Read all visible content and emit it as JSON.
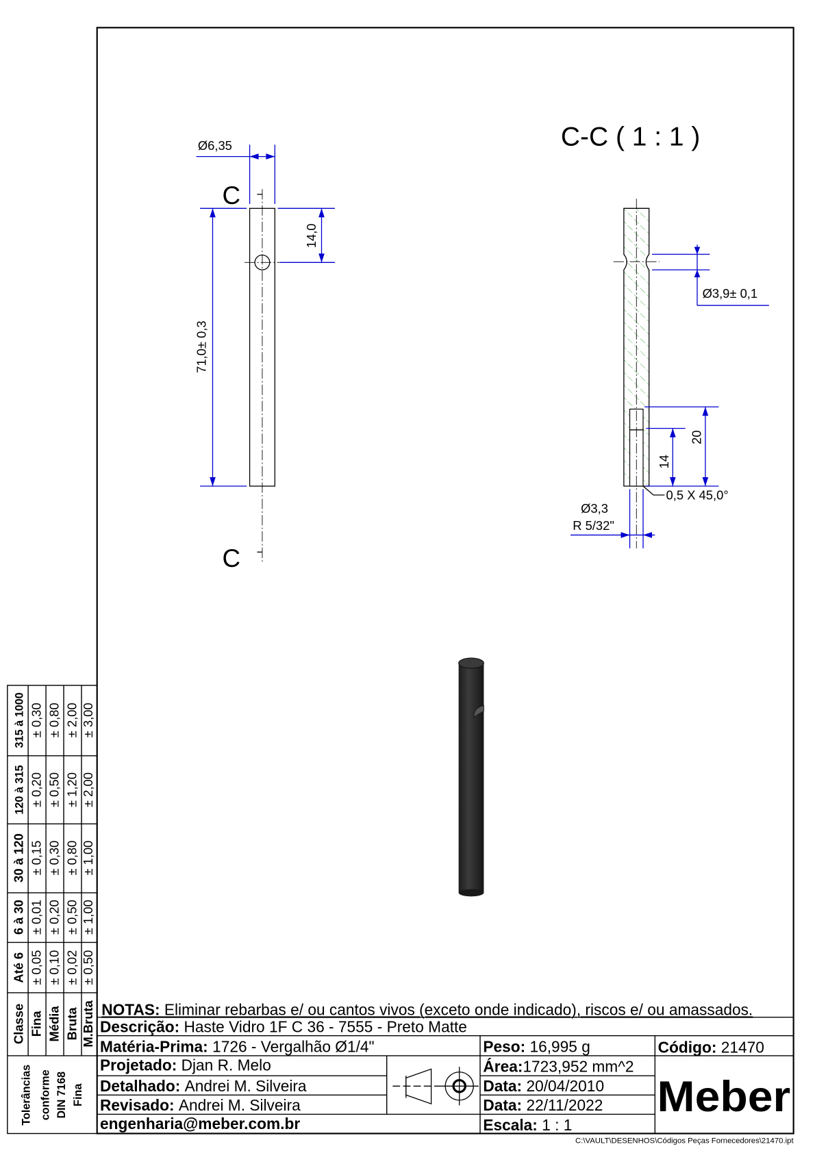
{
  "views": {
    "front": {
      "diameter_label": "Ø6,35",
      "hole_offset_label": "14,0",
      "length_label": "71,0± 0,3",
      "section_marker_top": "C",
      "section_marker_bottom": "C"
    },
    "section": {
      "title": "C-C ( 1 : 1 )",
      "neck_label": "Ø3,9± 0,1",
      "depth_20_label": "20",
      "depth_14_label": "14",
      "chamfer_label": "0,5 X 45,0°",
      "bore_label_1": "Ø3,3",
      "bore_label_2": "R 5/32\"",
      "hatch_color": "#2a9a2a"
    },
    "render_3d": {
      "color": "#2b2b2b"
    }
  },
  "tolerances": {
    "title_lines": [
      "Tolerâncias",
      "conforme",
      "DIN 7168",
      "Fina"
    ],
    "headers": [
      "Classe",
      "Até 6",
      "6 à 30",
      "30 à 120",
      "120 à 315",
      "315 à 1000"
    ],
    "rows": [
      [
        "Fina",
        "± 0,05",
        "± 0,01",
        "± 0,15",
        "± 0,20",
        "± 0,30"
      ],
      [
        "Média",
        "± 0,10",
        "± 0,20",
        "± 0,30",
        "± 0,50",
        "± 0,80"
      ],
      [
        "Bruta",
        "± 0,02",
        "± 0,50",
        "± 0,80",
        "± 1,20",
        "± 2,00"
      ],
      [
        "M.Bruta",
        "± 0,50",
        "± 1,00",
        "± 1,00",
        "± 2,00",
        "± 3,00"
      ]
    ]
  },
  "title_block": {
    "notes_label": "NOTAS:",
    "notes": "Eliminar rebarbas e/ ou cantos vivos (exceto onde indicado), riscos e/ ou amassados.",
    "description_label": "Descrição:",
    "description": "Haste Vidro 1F C 36 - 7555 - Preto Matte",
    "material_label": "Matéria-Prima:",
    "material": "1726 - Vergalhão Ø1/4\"",
    "weight_label": "Peso:",
    "weight": "16,995 g",
    "code_label": "Código:",
    "code": "21470",
    "designed_label": "Projetado:",
    "designed": "Djan R. Melo",
    "detailed_label": "Detalhado:",
    "detailed": "Andrei M. Silveira",
    "revised_label": "Revisado:",
    "revised": "Andrei M. Silveira",
    "email": "engenharia@meber.com.br",
    "area_label": "Área:",
    "area": "1723,952 mm^2",
    "date1_label": "Data:",
    "date1": "20/04/2010",
    "date2_label": "Data:",
    "date2": "22/11/2022",
    "scale_label": "Escala:",
    "scale": "1 : 1",
    "logo": "Meber",
    "file_path": "C:\\VAULT\\DESENHOS\\Códigos Peças Fornecedores\\21470.ipt"
  }
}
